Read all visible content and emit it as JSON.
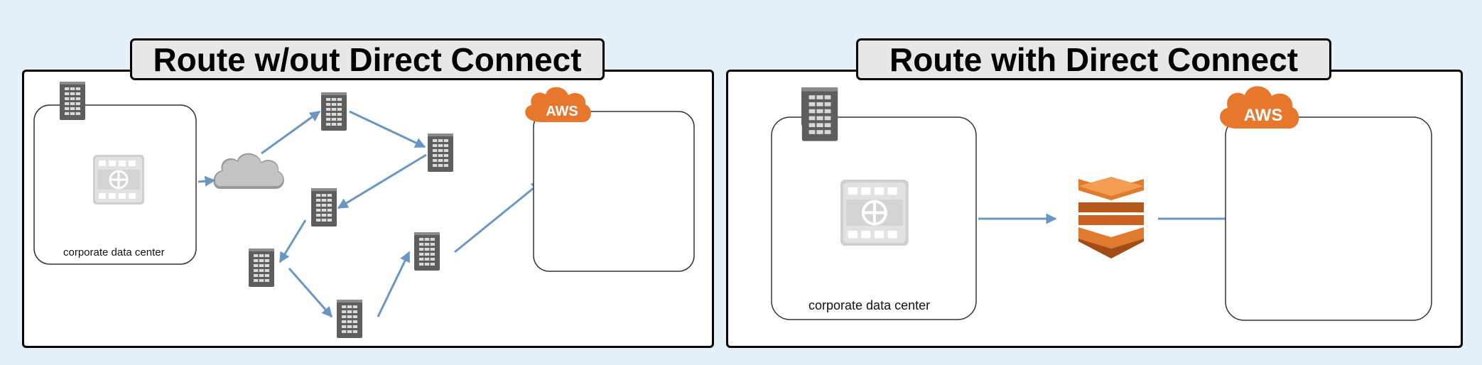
{
  "left_panel": {
    "title": "Route w/out Direct Connect",
    "data_center_label": "corporate data center",
    "cloud_badge": "AWS"
  },
  "right_panel": {
    "title": "Route with Direct Connect",
    "data_center_label": "corporate data center",
    "cloud_badge": "AWS"
  },
  "icons": {
    "server": "server-rack-icon",
    "media": "media-server-icon",
    "internet": "internet-cloud-icon",
    "aws": "aws-cloud-icon",
    "direct_connect": "direct-connect-icon"
  },
  "colors": {
    "background": "#e3f0f8",
    "arrow": "#6a96c4",
    "server": "#5e5e5e",
    "aws_orange": "#e8772e",
    "direct_connect_orange": "#e07a2f"
  }
}
